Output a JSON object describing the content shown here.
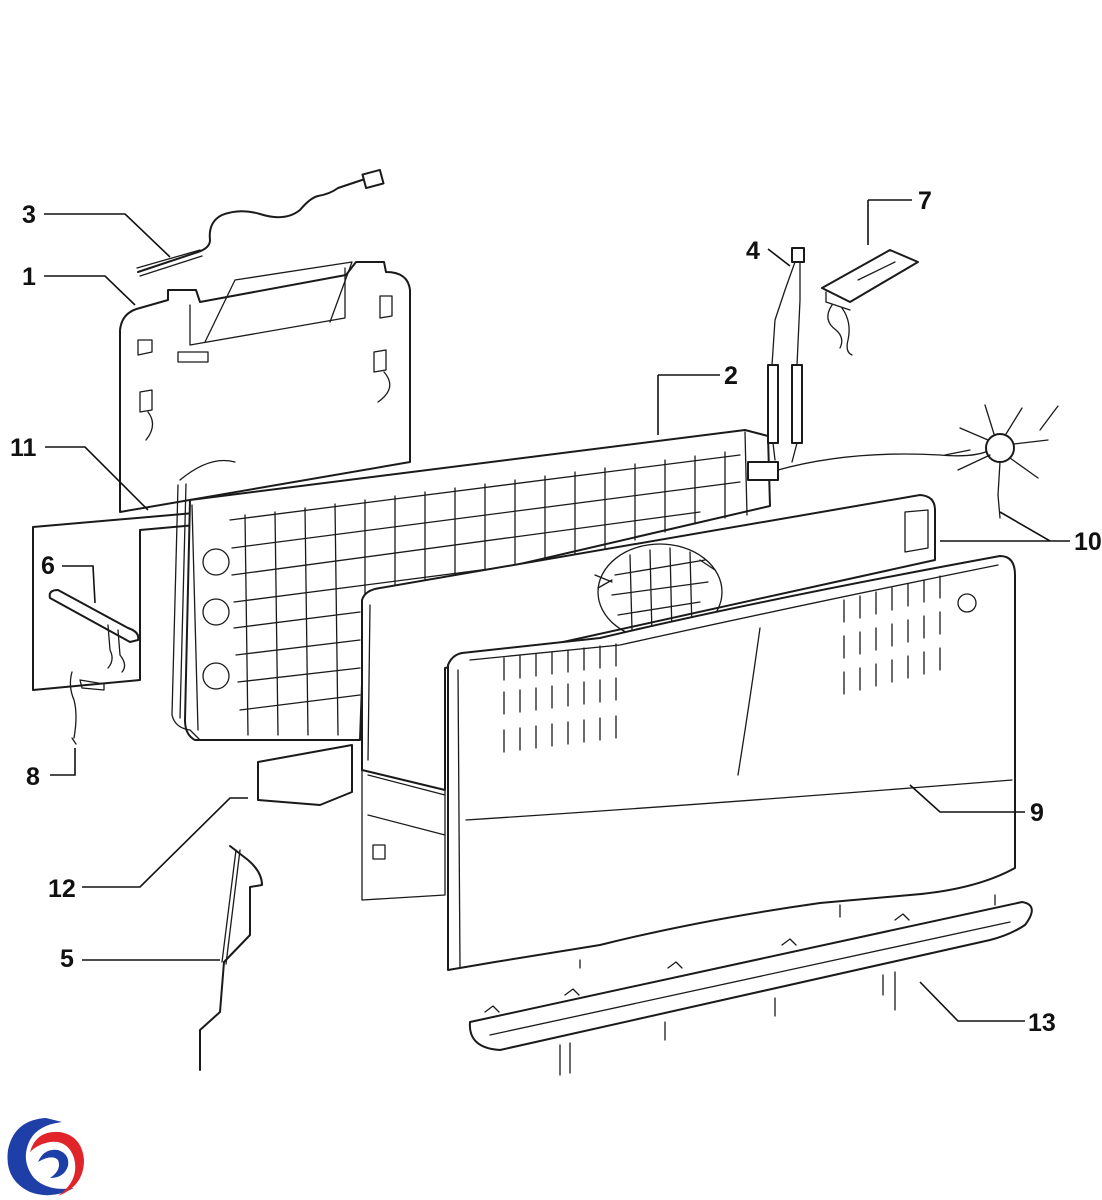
{
  "callouts": [
    {
      "id": "1",
      "label": "1"
    },
    {
      "id": "2",
      "label": "2"
    },
    {
      "id": "3",
      "label": "3"
    },
    {
      "id": "4",
      "label": "4"
    },
    {
      "id": "5",
      "label": "5"
    },
    {
      "id": "6",
      "label": "6"
    },
    {
      "id": "7",
      "label": "7"
    },
    {
      "id": "8",
      "label": "8"
    },
    {
      "id": "9",
      "label": "9"
    },
    {
      "id": "10",
      "label": "10"
    },
    {
      "id": "11",
      "label": "11"
    },
    {
      "id": "12",
      "label": "12"
    },
    {
      "id": "13",
      "label": "13"
    }
  ],
  "colors": {
    "line": "#1a1a1a",
    "logo_blue": "#1f3fa8",
    "logo_red": "#e0242a"
  },
  "icons": {
    "logo": "brand-swirl-logo"
  }
}
